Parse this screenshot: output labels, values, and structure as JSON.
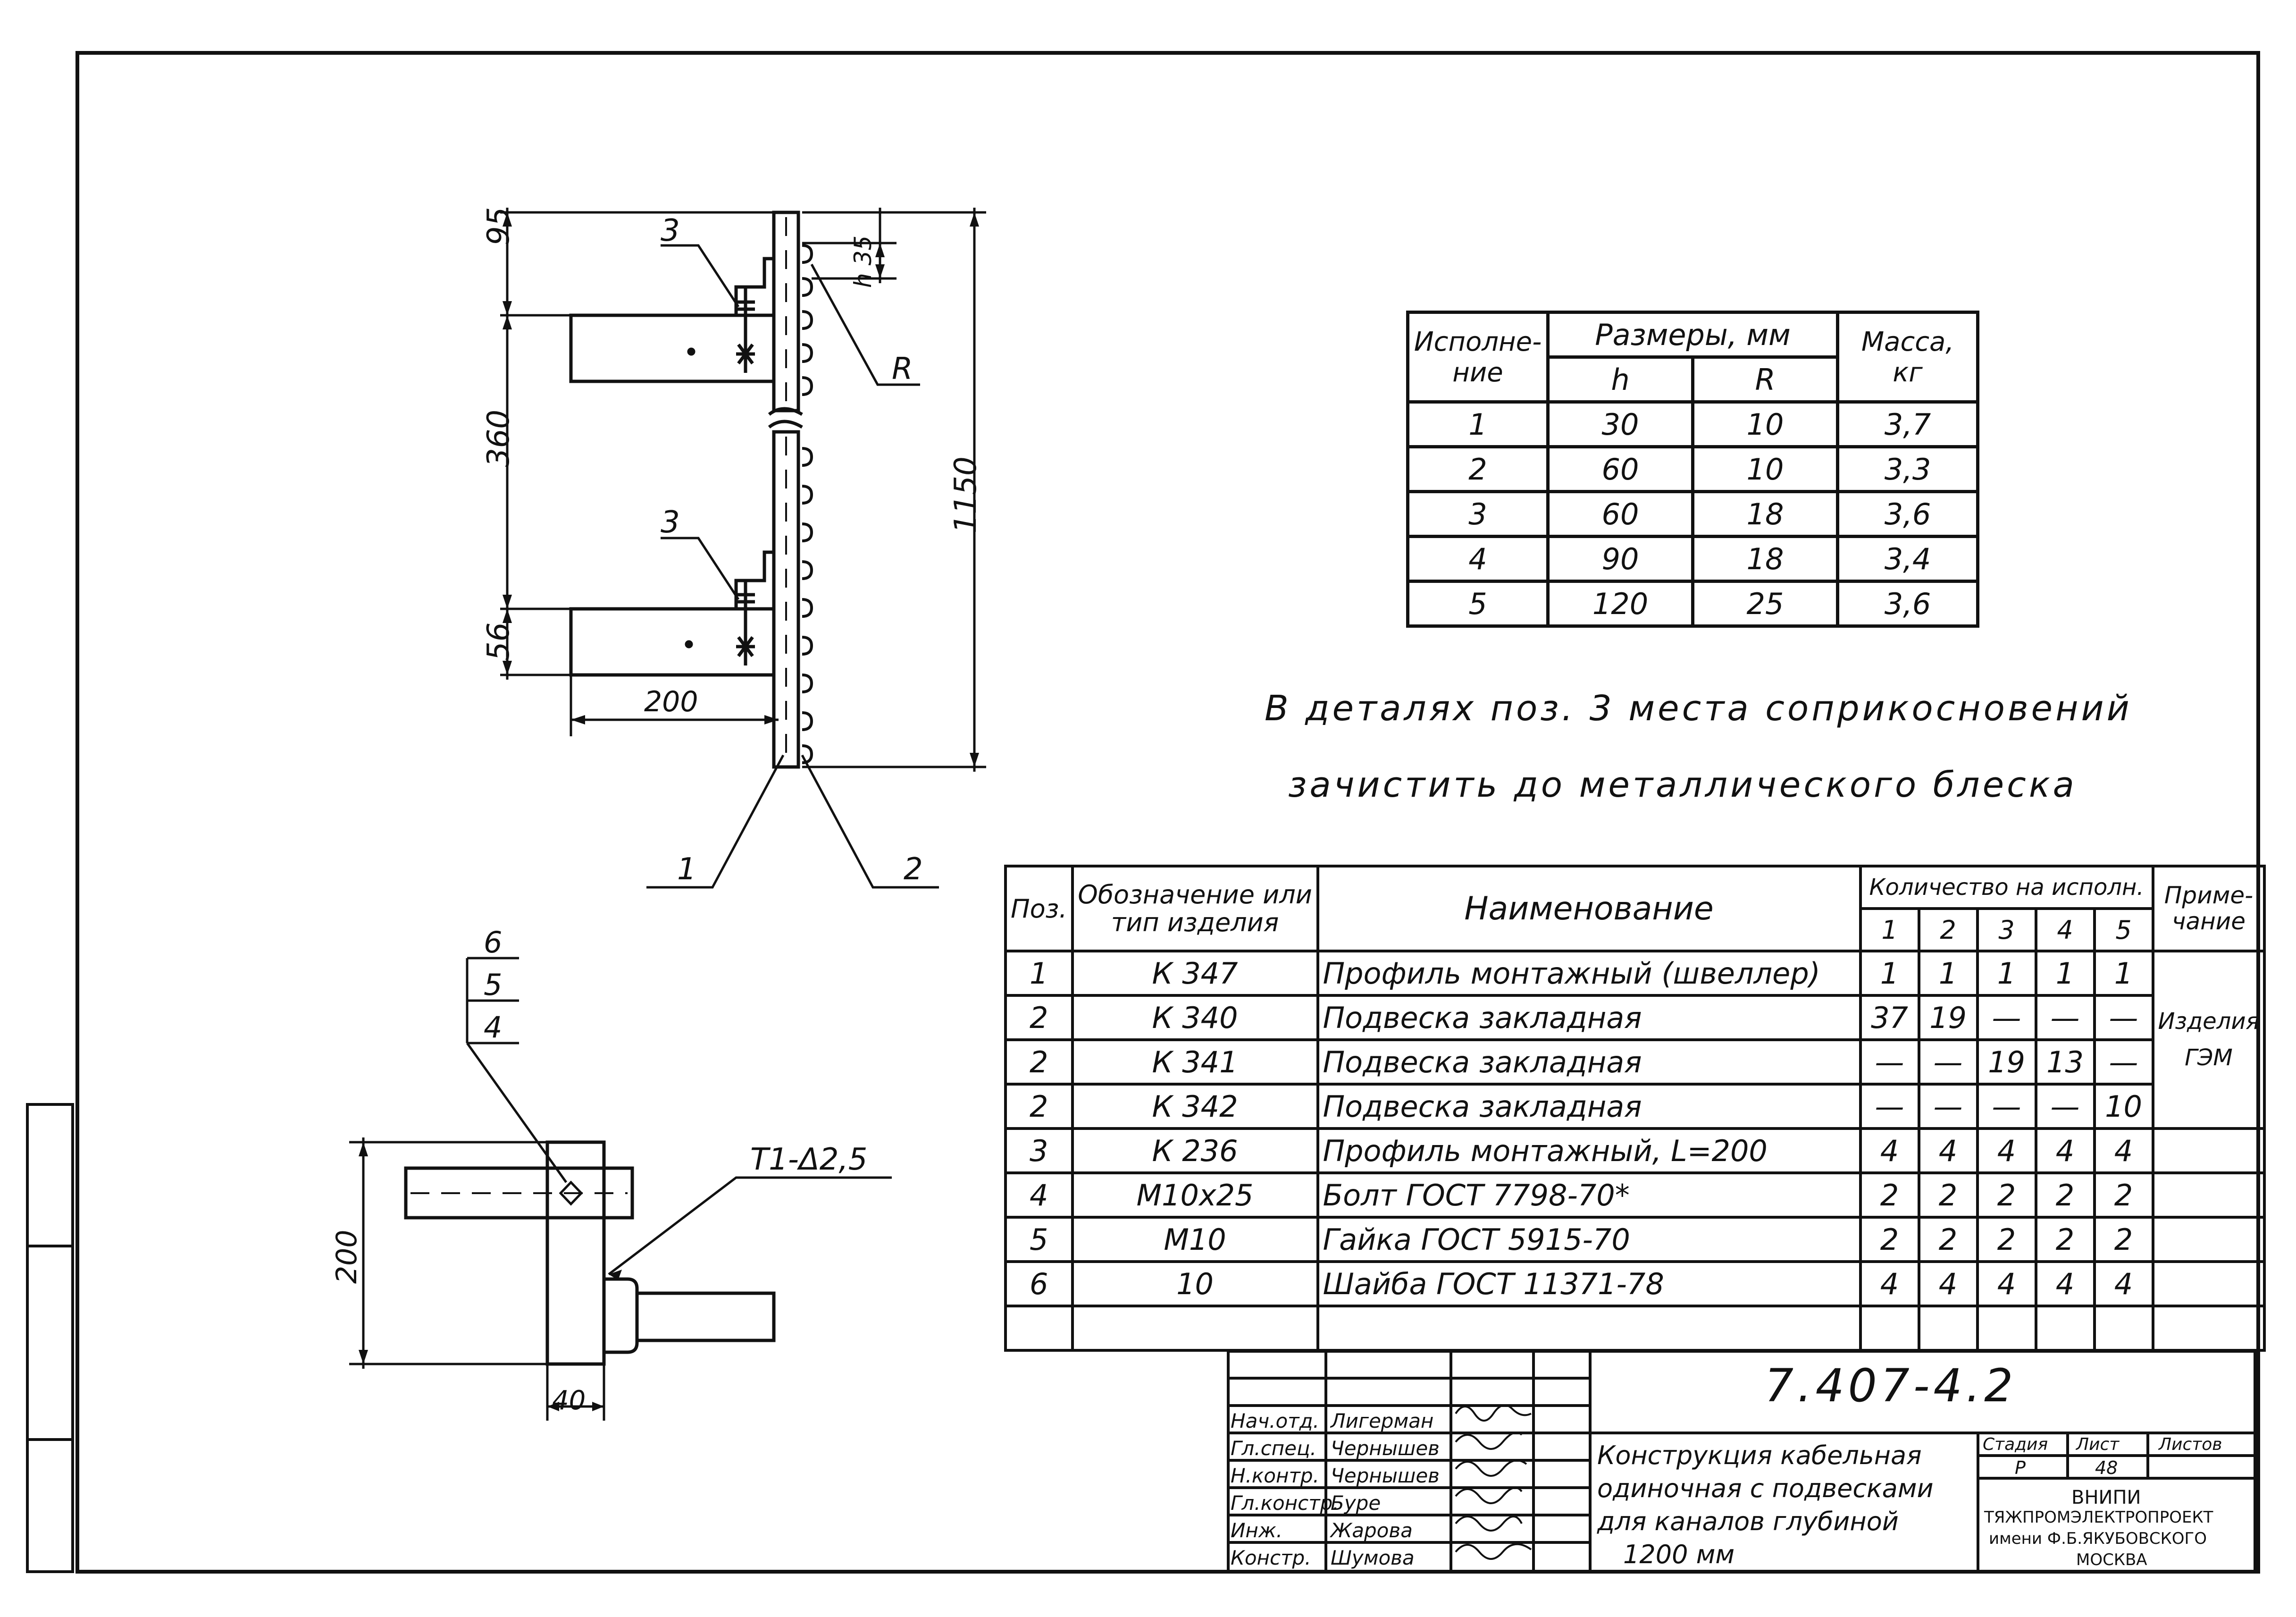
{
  "drawing": {
    "dim_95": "95",
    "dim_360": "360",
    "dim_56": "56",
    "dim_200_top": "200",
    "dim_1150": "1150",
    "dim_h35": "h 35",
    "label_R": "R",
    "callout_3a": "3",
    "callout_3b": "3",
    "callout_1": "1",
    "callout_2": "2",
    "callout_6": "6",
    "callout_5": "5",
    "callout_4": "4",
    "dim_200_bottom": "200",
    "dim_40": "40",
    "weld": "T1-Δ2,5"
  },
  "dims_table": {
    "h_exec": "Исполне-\nние",
    "h_sizes": "Размеры, мм",
    "h_mass": "Масса,\nкг",
    "h_h": "h",
    "h_R": "R",
    "rows": [
      [
        "1",
        "30",
        "10",
        "3,7"
      ],
      [
        "2",
        "60",
        "10",
        "3,3"
      ],
      [
        "3",
        "60",
        "18",
        "3,6"
      ],
      [
        "4",
        "90",
        "18",
        "3,4"
      ],
      [
        "5",
        "120",
        "25",
        "3,6"
      ]
    ]
  },
  "note": {
    "line1": "В деталях поз. 3 места соприкосновений",
    "line2": "зачистить до металлического блеска"
  },
  "spec": {
    "h_pos": "Поз.",
    "h_code": "Обозначение или тип изделия",
    "h_name": "Наименование",
    "h_qty": "Количество на исполн.",
    "h_note": "Приме-чание",
    "qty_cols": [
      "1",
      "2",
      "3",
      "4",
      "5"
    ],
    "note_group": "Изделия ГЭМ",
    "rows": [
      {
        "pos": "1",
        "code": "К 347",
        "name": "Профиль монтажный (швеллер)",
        "q": [
          "1",
          "1",
          "1",
          "1",
          "1"
        ]
      },
      {
        "pos": "2",
        "code": "К 340",
        "name": "Подвеска закладная",
        "q": [
          "37",
          "19",
          "—",
          "—",
          "—"
        ]
      },
      {
        "pos": "2",
        "code": "К 341",
        "name": "Подвеска закладная",
        "q": [
          "—",
          "—",
          "19",
          "13",
          "—"
        ]
      },
      {
        "pos": "2",
        "code": "К 342",
        "name": "Подвеска закладная",
        "q": [
          "—",
          "—",
          "—",
          "—",
          "10"
        ]
      },
      {
        "pos": "3",
        "code": "К 236",
        "name": "Профиль монтажный, L=200",
        "q": [
          "4",
          "4",
          "4",
          "4",
          "4"
        ]
      },
      {
        "pos": "4",
        "code": "М10х25",
        "name": "Болт ГОСТ 7798-70*",
        "q": [
          "2",
          "2",
          "2",
          "2",
          "2"
        ]
      },
      {
        "pos": "5",
        "code": "М10",
        "name": "Гайка ГОСТ 5915-70",
        "q": [
          "2",
          "2",
          "2",
          "2",
          "2"
        ]
      },
      {
        "pos": "6",
        "code": "10",
        "name": "Шайба ГОСТ 11371-78",
        "q": [
          "4",
          "4",
          "4",
          "4",
          "4"
        ]
      }
    ]
  },
  "title_block": {
    "doc_number": "7.407-4.2",
    "title_line1": "Конструкция кабельная",
    "title_line2": "одиночная с подвесками",
    "title_line3": "для каналов глубиной",
    "title_line4": "1200 мм",
    "stage_label": "Стадия",
    "sheet_label": "Лист",
    "sheets_label": "Листов",
    "stage_value": "Р",
    "sheet_value": "48",
    "org_line1": "ВНИПИ",
    "org_line2": "ТЯЖПРОМЭЛЕКТРОПРОЕКТ",
    "org_line3": "имени Ф.Б.ЯКУБОВСКОГО",
    "org_line4": "МОСКВА",
    "roles": [
      {
        "role": "Нач.отд.",
        "name": "Лигерман"
      },
      {
        "role": "Гл.спец.",
        "name": "Чернышев"
      },
      {
        "role": "Н.контр.",
        "name": "Чернышев"
      },
      {
        "role": "Гл.констр.",
        "name": "Буре"
      },
      {
        "role": "Инж.",
        "name": "Жарова"
      },
      {
        "role": "Констр.",
        "name": "Шумова"
      }
    ]
  }
}
